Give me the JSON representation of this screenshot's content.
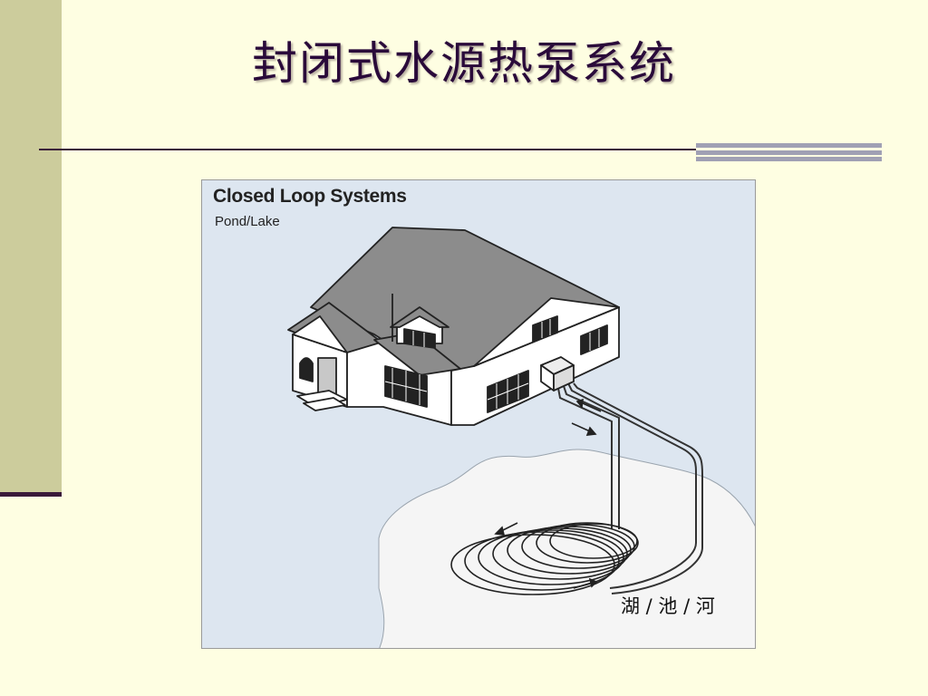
{
  "slide": {
    "title": "封闭式水源热泵系统"
  },
  "figure": {
    "title": "Closed Loop Systems",
    "subtitle": "Pond/Lake",
    "water_label": "湖 / 池 / 河",
    "colors": {
      "sky": "#dde6f0",
      "pond": "#f4f4f4",
      "roof": "#8a8a8a",
      "outline": "#222222"
    }
  }
}
